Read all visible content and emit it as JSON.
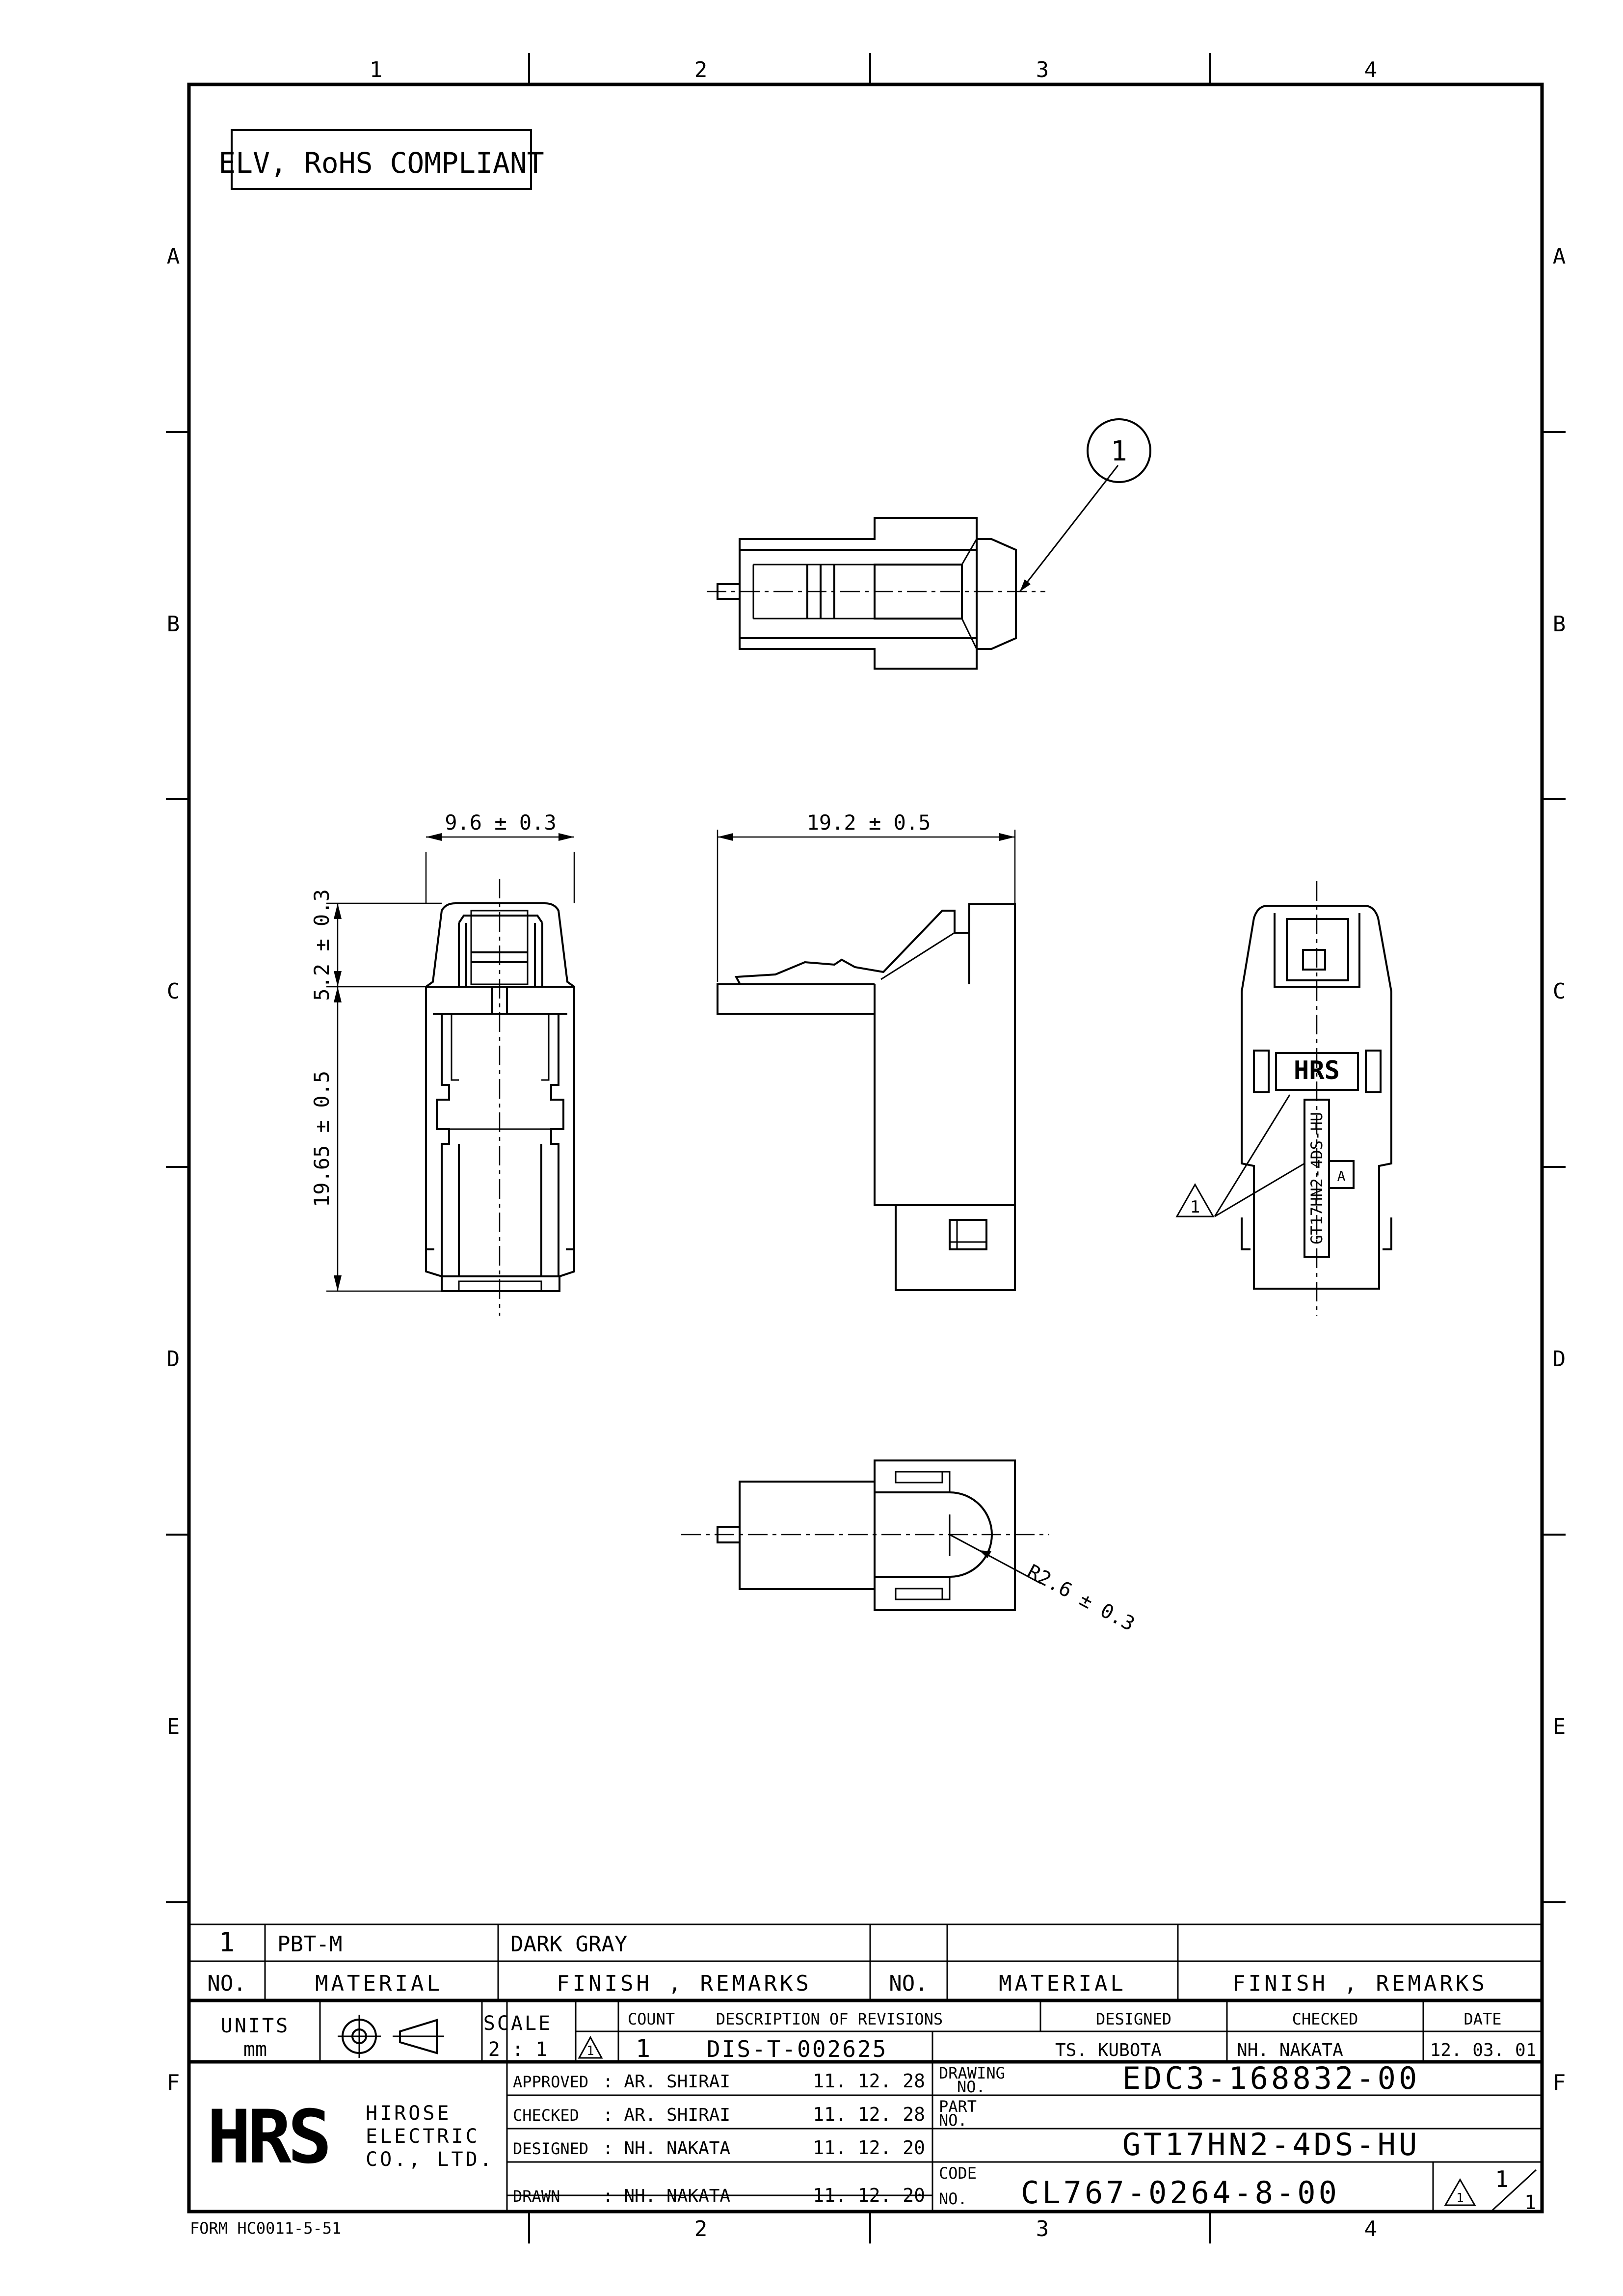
{
  "compliance": "ELV, RoHS COMPLIANT",
  "border": {
    "cols": [
      "1",
      "2",
      "3",
      "4"
    ],
    "rows": [
      "A",
      "B",
      "C",
      "D",
      "E",
      "F"
    ]
  },
  "callouts": {
    "part_balloon": "1",
    "revision_flag": "1"
  },
  "dimensions": {
    "width_side": "9.6 ± 0.3",
    "length_top": "19.2 ± 0.5",
    "latch_height": "5.2 ± 0.3",
    "body_height": "19.65 ± 0.5",
    "radius": "R2.6 ± 0.3"
  },
  "marking": {
    "part_text": "GT17HN2-4DS-HU",
    "lot_mark": "A",
    "logo": "HRS"
  },
  "materials": {
    "rows": [
      {
        "no": "1",
        "material": "PBT-M",
        "finish": "DARK GRAY"
      }
    ],
    "headers": {
      "no": "NO.",
      "material": "MATERIAL",
      "finish": "FINISH , REMARKS"
    }
  },
  "title_block": {
    "units_label": "UNITS",
    "units_value": "mm",
    "scale_label": "SCALE",
    "scale_value": "2 : 1",
    "rev_headers": {
      "count": "COUNT",
      "description": "DESCRIPTION OF REVISIONS",
      "designed": "DESIGNED",
      "checked": "CHECKED",
      "date": "DATE"
    },
    "revision": {
      "mark": "1",
      "count": "1",
      "description": "DIS-T-002625",
      "designed": "TS. KUBOTA",
      "checked": "NH. NAKATA",
      "date": "12. 03. 01"
    },
    "company_logo": "HRS",
    "company": [
      "HIROSE",
      "ELECTRIC",
      "CO., LTD."
    ],
    "approvals": [
      {
        "role": "APPROVED",
        "name": ": AR. SHIRAI",
        "date": "11. 12. 28"
      },
      {
        "role": "CHECKED",
        "name": ": AR. SHIRAI",
        "date": "11. 12. 28"
      },
      {
        "role": "DESIGNED",
        "name": ": NH. NAKATA",
        "date": "11. 12. 20"
      },
      {
        "role": "DRAWN",
        "name": ": NH. NAKATA",
        "date": "11. 12. 20"
      }
    ],
    "drawing_label": [
      "DRAWING",
      "NO."
    ],
    "drawing_no": "EDC3-168832-00",
    "part_label": [
      "PART",
      "NO."
    ],
    "part_no": "GT17HN2-4DS-HU",
    "code_label": [
      "CODE",
      "NO."
    ],
    "code_no": "CL767-0264-8-00",
    "sheet_rev": "1",
    "sheet_num": "1",
    "sheet_total": "1"
  },
  "form_no": "FORM HC0011-5-51"
}
